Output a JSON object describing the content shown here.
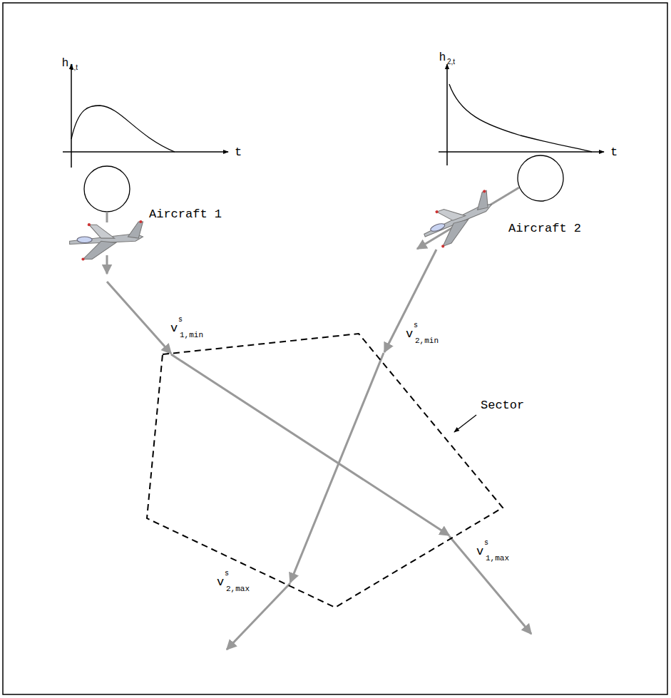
{
  "diagram": {
    "labels": [
      "h",
      "1,t",
      "t",
      "Aircraft 1",
      "h",
      "2,t",
      "t",
      "Aircraft 2",
      "v",
      "s",
      "1,min",
      "v",
      "s",
      "2,min",
      "Sector",
      "v",
      "s",
      "1,max",
      "v",
      "s",
      "2,max"
    ]
  }
}
